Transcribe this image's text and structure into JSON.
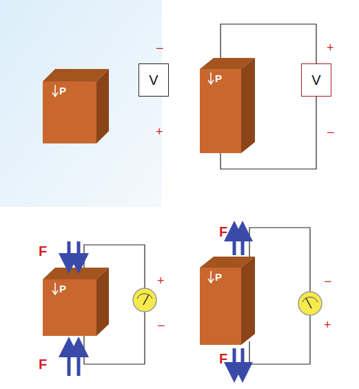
{
  "diagram": {
    "nodes": [
      {
        "text": [
          "P"
        ]
      },
      {
        "text": [
          "V"
        ]
      },
      {
        "text": [
          "P"
        ]
      },
      {
        "text": [
          "V"
        ]
      },
      {
        "text": [
          "P"
        ]
      },
      {
        "text": [
          "P"
        ]
      }
    ],
    "edges": [
      {
        "from": 0,
        "to": 1,
        "arrow": "none"
      },
      {
        "from": 0,
        "to": 1,
        "arrow": "none"
      },
      {
        "from": 2,
        "to": 3,
        "arrow": "none"
      },
      {
        "from": 2,
        "to": 3,
        "arrow": "none"
      }
    ],
    "labels": [
      "−",
      "+",
      "+",
      "−",
      "F",
      "F",
      "+",
      "−",
      "F",
      "F",
      "−",
      "+"
    ]
  }
}
